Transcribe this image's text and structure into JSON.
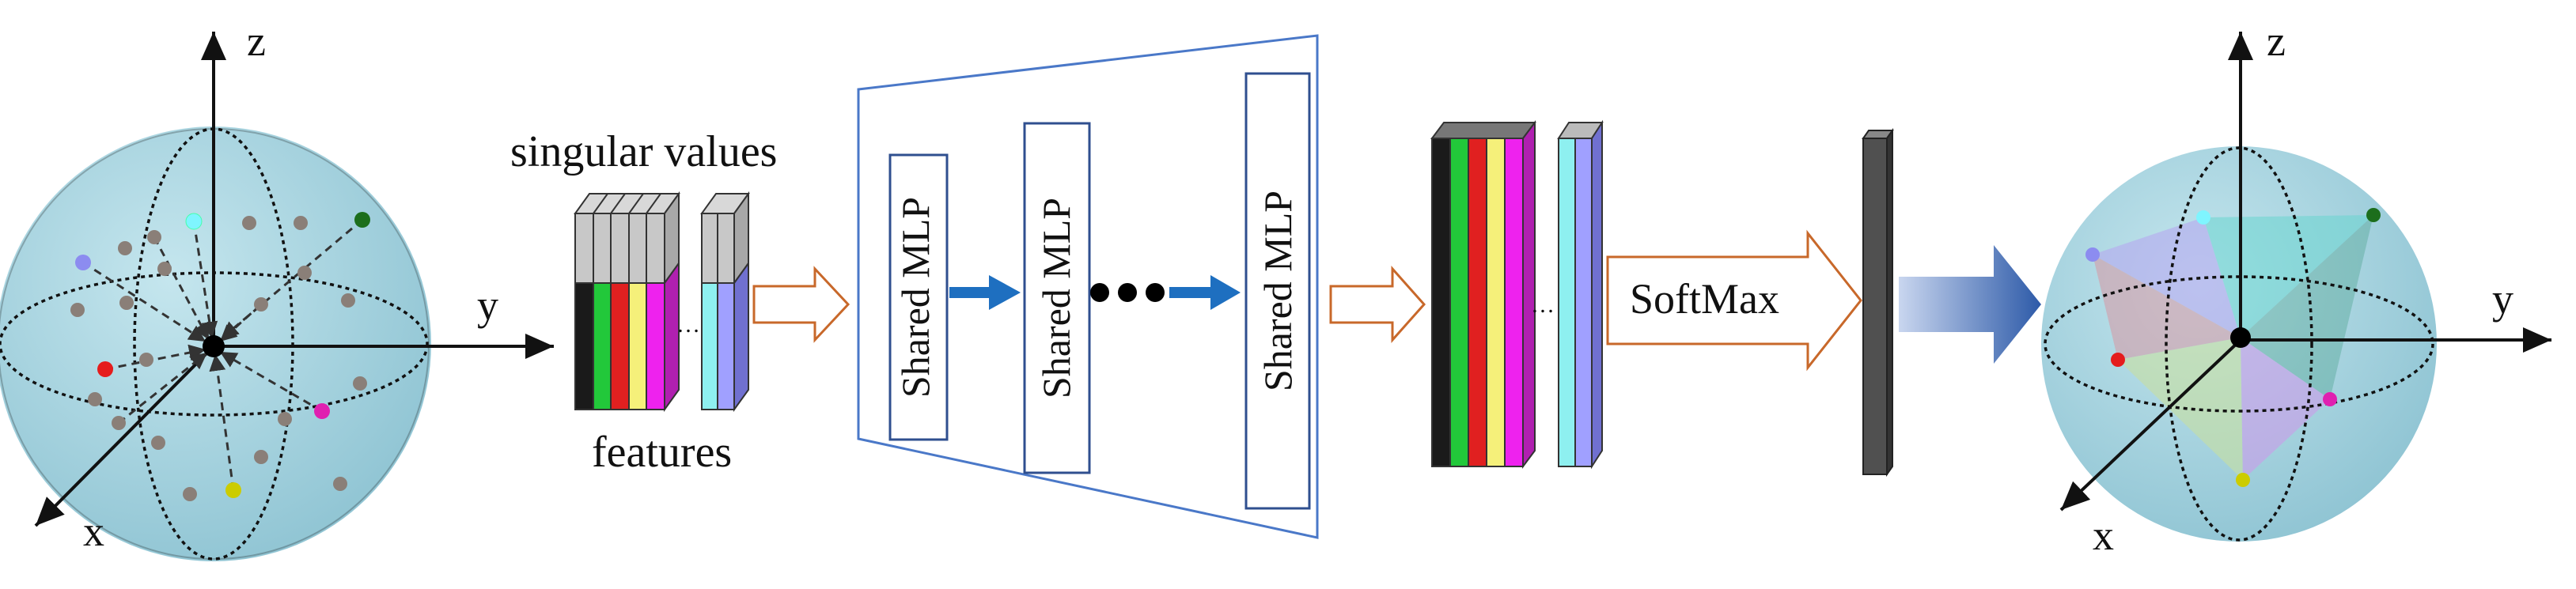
{
  "left_sphere": {
    "axis_z": "z",
    "axis_y": "y",
    "axis_x": "x"
  },
  "matrix_labels": {
    "top": "singular values",
    "bottom": "features"
  },
  "mlp": {
    "block1": "Shared MLP",
    "block2": "Shared MLP",
    "block3": "Shared MLP"
  },
  "softmax_label": "SoftMax",
  "right_sphere": {
    "axis_z": "z",
    "axis_y": "y",
    "axis_x": "x"
  },
  "colors": {
    "sphere_fill": "#a9d3df",
    "mlp_border": "#2f4f8f",
    "trapezoid_border": "#4a78c8",
    "flow_arrow_blue": "#1e6fc0",
    "hollow_arrow_orange": "#c8682a",
    "point_cyan": "#7ff5ff",
    "point_green": "#1c6e1c",
    "point_purple": "#8c8cf0",
    "point_red": "#e51c1c",
    "point_magenta": "#e020b0",
    "point_yellow": "#cccc00",
    "point_gray": "#8a7f78",
    "feature_stripes": [
      "#1a1a1a",
      "#22c83a",
      "#e02020",
      "#f5f07a",
      "#ee22ee"
    ],
    "feature_tail": [
      "#8ef0f0",
      "#a0a0ff"
    ]
  }
}
